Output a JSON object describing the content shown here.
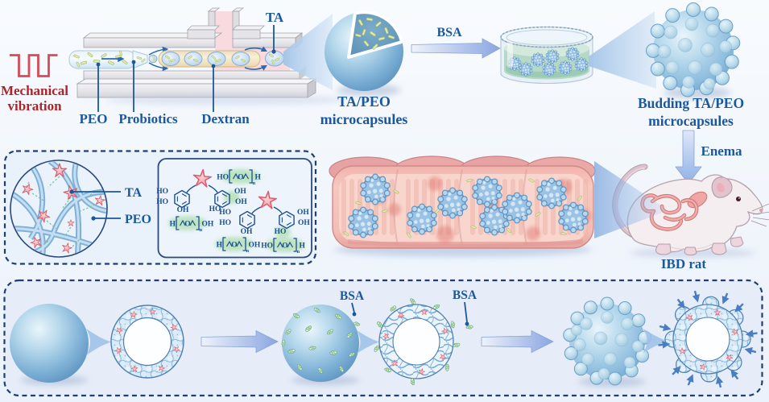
{
  "figure": {
    "type": "scientific-schematic",
    "description": "Preparation of probiotics-loaded TA/PEO microcapsules by microfluidics with mechanical vibration, BSA-induced budding, and enema administration to IBD rat"
  },
  "top_row": {
    "mechanical_vibration_line1": "Mechanical",
    "mechanical_vibration_line2": "vibration",
    "peo_label": "PEO",
    "probiotics_label": "Probiotics",
    "dextran_label": "Dextran",
    "ta_label": "TA",
    "microcapsule_caption_line1": "TA/PEO",
    "microcapsule_caption_line2": "microcapsules",
    "bsa_arrow_label": "BSA",
    "budding_caption_line1": "Budding TA/PEO",
    "budding_caption_line2": "microcapsules",
    "enema_label": "Enema",
    "ibd_rat_label": "IBD rat"
  },
  "inset_box": {
    "ta_label": "TA",
    "peo_label": "PEO"
  },
  "chem_panel": {
    "molecules": [
      {
        "labels": [
          "HO",
          "HO",
          "OH",
          "OH",
          "OH",
          "HO"
        ]
      },
      {
        "labels": [
          "HO",
          "HO",
          "OH",
          "OH",
          "OH",
          "HO"
        ]
      }
    ],
    "peo_units": [
      {
        "left": "HO",
        "core": "O",
        "sub": "n",
        "right": "H"
      },
      {
        "left": "H",
        "core": "O",
        "sub": "n",
        "right": "OH"
      },
      {
        "left": "H",
        "core": "O",
        "sub": "n",
        "right": "OH"
      },
      {
        "left": "HO",
        "core": "O",
        "sub": "n",
        "right": "H"
      }
    ]
  },
  "bottom_row": {
    "bsa_sphere_label": "BSA",
    "bsa_ring_label": "BSA"
  },
  "colors": {
    "label_blue": "#1a579c",
    "label_red": "#b02328",
    "wave_red": "#d84a57",
    "dashed_border": "#1f3f70",
    "sphere_blue": "#7fb3d6",
    "bud_blue": "#a9cfe6",
    "bacteria_green": "#e3ecae",
    "bsa_speck_green": "#cdebc9",
    "star_pink": "#f29fa8",
    "petri_liquid_teal": "#aedcc5",
    "intestine_pink": "#f3bdb5",
    "channel_pink": "#f9dade",
    "slab_grey": "#e9e9ed",
    "arrow_blue": "#8fa9e2",
    "box_fill": "#e7eef9"
  }
}
